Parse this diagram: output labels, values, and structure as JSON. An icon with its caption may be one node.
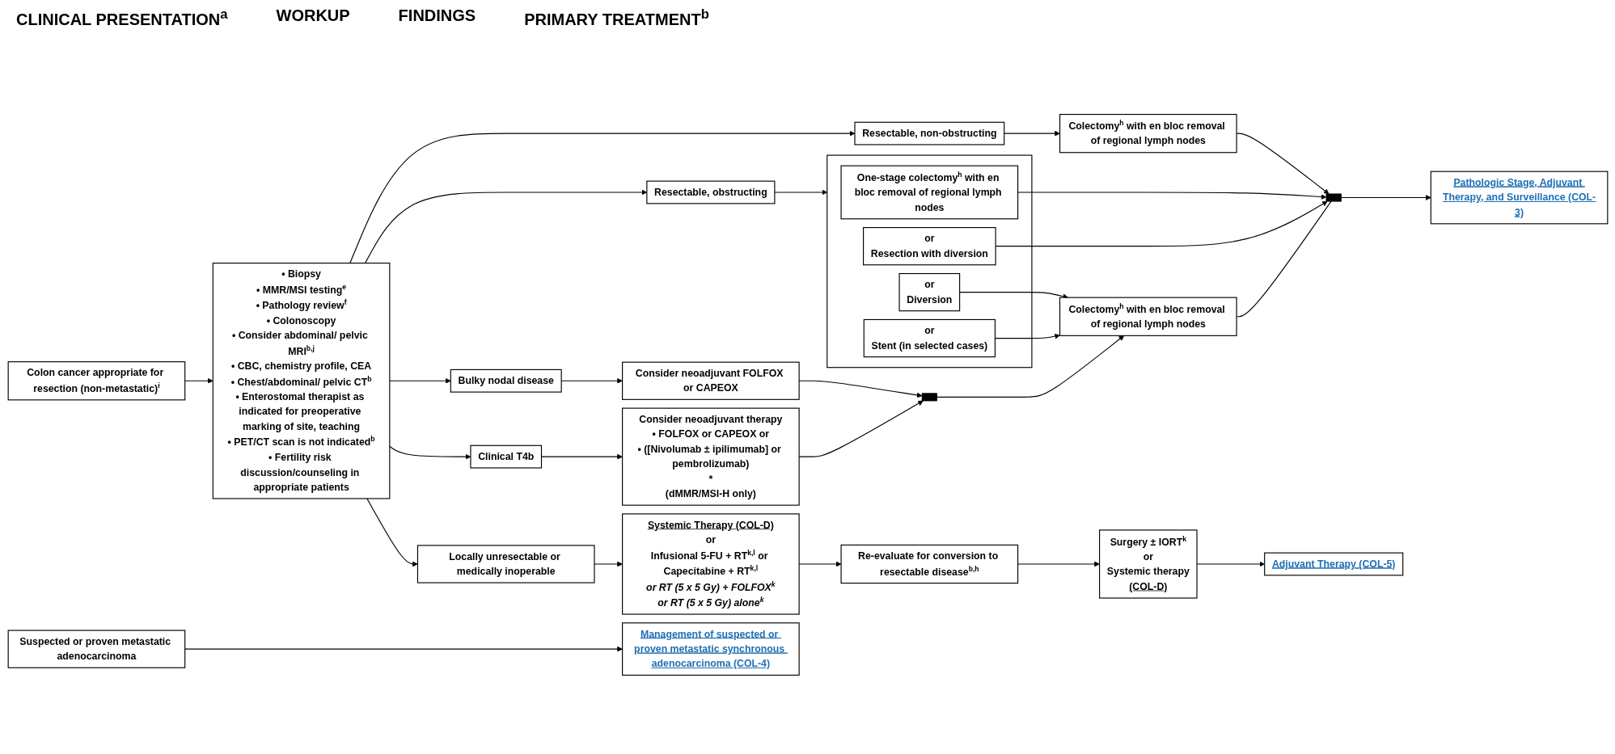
{
  "diagram": {
    "nodes": [
      {
        "text": [
          "Colon cancer appropriate for resection (non-metastatic)$^{i}$"
        ]
      },
      {
        "text": [
          "• Biopsy",
          "• MMR/MSI testing$^{e}$",
          "• Pathology review$^{f}$",
          "• Colonoscopy",
          "• Consider abdominal/ pelvic MRI$^{b,j}$",
          "• CBC, chemistry profile, CEA",
          "• Chest/abdominal/ pelvic CT$^{b}$",
          "• Enterostomal therapist as indicated for preoperative marking of site, teaching",
          "• PET/CT scan is not indicated$^{b}$",
          "• Fertility risk discussion/counseling in appropriate patients"
        ]
      },
      {
        "text": [
          "Resectable, non-obstructing"
        ]
      },
      {
        "text": [
          "Colectomy$^{h}$ with en bloc removal of regional lymph nodes"
        ]
      },
      {
        "text": [
          "Resectable, obstructing"
        ]
      },
      {
        "text": [],
        "shape": "bar"
      },
      {
        "text": [
          "One-stage colectomy$^{h}$ with en bloc removal of regional lymph nodes"
        ],
        "in": 5
      },
      {
        "text": [
          "or",
          "Resection with diversion"
        ],
        "in": 5
      },
      {
        "text": [
          "or",
          "Diversion"
        ],
        "in": 5
      },
      {
        "text": [
          "or",
          "Stent (in selected cases)"
        ],
        "in": 5
      },
      {
        "text": [
          "Colectomy$^{h}$ with en bloc removal of regional lymph nodes"
        ]
      },
      {
        "text": [
          "Bulky nodal disease"
        ]
      },
      {
        "text": [
          "Consider neoadjuvant FOLFOX or CAPEOX"
        ]
      },
      {
        "text": [
          "Clinical T4b"
        ]
      },
      {
        "text": [
          "Consider neoadjuvant therapy",
          "• FOLFOX or CAPEOX or",
          "• ([Nivolumab ± ipilimumab] or pembrolizumab)",
          "*",
          "(dMMR/MSI-H only)"
        ]
      },
      {
        "text": [],
        "shape": "bar"
      },
      {
        "text": [
          "Locally unresectable or medically inoperable"
        ]
      },
      {
        "text": [
          "Systemic Therapy (COL-D)",
          "or",
          "Infusional 5-FU + RT$^{k,l}$ or Capecitabine + RT$^{k,l}$",
          "or RT (5 x 5 Gy) + FOLFOX$^{k}$",
          "or RT (5 x 5 Gy) alone$^{k}$"
        ]
      },
      {
        "text": [
          "Re-evaluate for conversion to resectable disease$^{b,h}$"
        ]
      },
      {
        "text": [
          "Surgery ± IORT$^{k}$",
          "or",
          "Systemic therapy",
          "(COL-D)"
        ]
      },
      {
        "text": [
          "Adjuvant Therapy (COL-5)"
        ]
      },
      {
        "text": [],
        "shape": "bar"
      },
      {
        "text": [
          "Pathologic Stage, Adjuvant Therapy, and Surveillance (COL-3)"
        ]
      },
      {
        "text": [
          "Suspected or proven metastatic adenocarcinoma"
        ]
      },
      {
        "text": [
          "Management of suspected or proven metastatic synchronous adenocarcinoma (COL-4)"
        ]
      }
    ],
    "edges": [
      {
        "from": 0,
        "to": 1,
        "arrow": "to"
      },
      {
        "from": 1,
        "to": 2,
        "arrow": "to"
      },
      {
        "from": 1,
        "to": 4,
        "arrow": "to"
      },
      {
        "from": 1,
        "to": 11,
        "arrow": "to"
      },
      {
        "from": 1,
        "to": 13,
        "arrow": "to"
      },
      {
        "from": 1,
        "to": 16,
        "arrow": "to"
      },
      {
        "from": 2,
        "to": 3,
        "arrow": "to"
      },
      {
        "from": 4,
        "to": 5,
        "arrow": "to"
      },
      {
        "from": 8,
        "to": 10,
        "arrow": "to"
      },
      {
        "from": 9,
        "to": 10,
        "arrow": "to"
      },
      {
        "from": 11,
        "to": 12,
        "arrow": "to"
      },
      {
        "from": 13,
        "to": 14,
        "arrow": "to"
      },
      {
        "from": 12,
        "to": 15,
        "arrow": "to"
      },
      {
        "from": 14,
        "to": 15,
        "arrow": "to"
      },
      {
        "from": 15,
        "to": 10,
        "arrow": "to"
      },
      {
        "from": 3,
        "to": 21,
        "arrow": "to"
      },
      {
        "from": 6,
        "to": 21,
        "arrow": "to"
      },
      {
        "from": 7,
        "to": 21,
        "arrow": "to"
      },
      {
        "from": 10,
        "to": 21,
        "arrow": "none"
      },
      {
        "from": 21,
        "to": 22,
        "arrow": "to"
      },
      {
        "from": 16,
        "to": 17,
        "arrow": "to"
      },
      {
        "from": 17,
        "to": 18,
        "arrow": "to"
      },
      {
        "from": 18,
        "to": 19,
        "arrow": "to"
      },
      {
        "from": 19,
        "to": 20,
        "arrow": "to"
      },
      {
        "from": 23,
        "to": 24,
        "arrow": "to"
      }
    ],
    "labels": [
      "CLINICAL PRESENTATION$^{a}$",
      "WORKUP",
      "FINDINGS",
      "PRIMARY TREATMENT$^{b}$"
    ]
  }
}
